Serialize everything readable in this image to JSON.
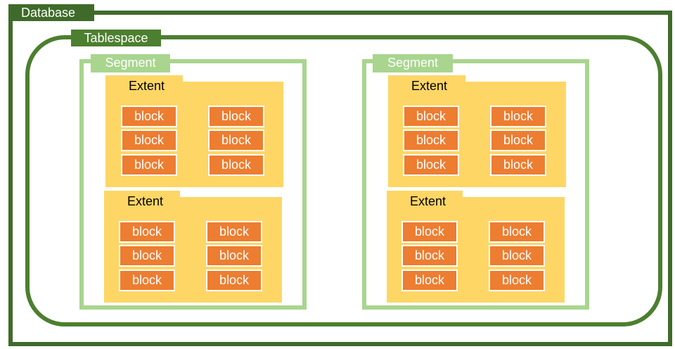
{
  "database": {
    "label": "Database"
  },
  "tablespace": {
    "label": "Tablespace"
  },
  "segments": [
    {
      "label": "Segment",
      "extents": [
        {
          "label": "Extent",
          "blocks": [
            "block",
            "block",
            "block",
            "block",
            "block",
            "block"
          ]
        },
        {
          "label": "Extent",
          "blocks": [
            "block",
            "block",
            "block",
            "block",
            "block",
            "block"
          ]
        }
      ]
    },
    {
      "label": "Segment",
      "extents": [
        {
          "label": "Extent",
          "blocks": [
            "block",
            "block",
            "block",
            "block",
            "block",
            "block"
          ]
        },
        {
          "label": "Extent",
          "blocks": [
            "block",
            "block",
            "block",
            "block",
            "block",
            "block"
          ]
        }
      ]
    }
  ],
  "colors": {
    "database": "#3f6b2a",
    "tablespace": "#4c7f2f",
    "segment": "#a9d58f",
    "extent": "#fdd665",
    "block": "#ed7d31"
  }
}
